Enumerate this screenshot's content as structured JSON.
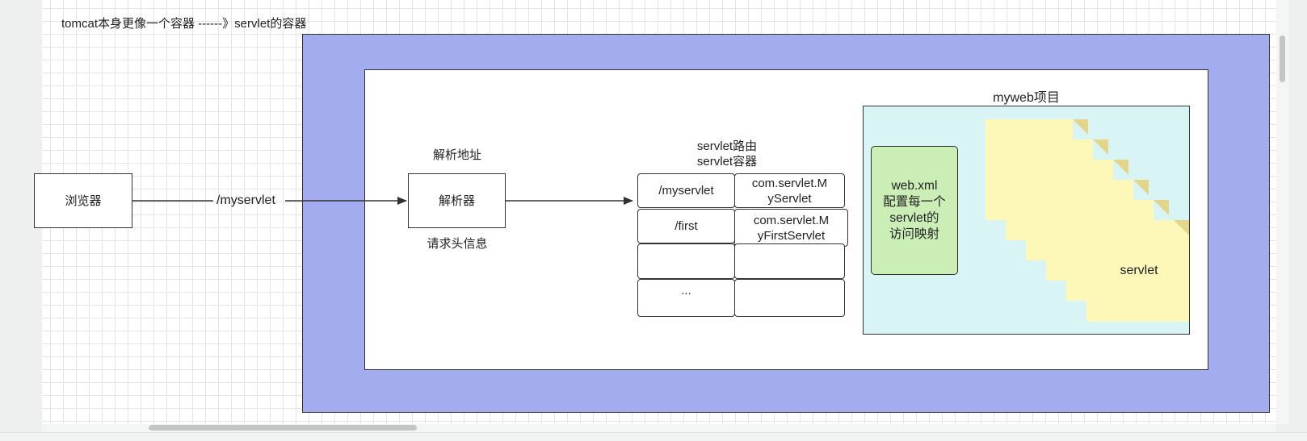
{
  "header_note": "tomcat本身更像一个容器 ------》servlet的容器",
  "browser": {
    "label": "浏览器"
  },
  "request_edge_label": "/myservlet",
  "parser": {
    "title": "解析地址",
    "label": "解析器",
    "caption": "请求头信息"
  },
  "routing": {
    "title_line1": "servlet路由",
    "title_line2": "servlet容器",
    "rows": [
      {
        "path": "/myservlet",
        "class_line1": "com.servlet.M",
        "class_line2": "yServlet"
      },
      {
        "path": "/first",
        "class_line1": "com.servlet.M",
        "class_line2": "yFirstServlet"
      },
      {
        "path": "",
        "class_line1": "",
        "class_line2": ""
      },
      {
        "path": "...",
        "class_line1": "",
        "class_line2": ""
      }
    ]
  },
  "project": {
    "title": "myweb项目",
    "webxml_line1": "web.xml",
    "webxml_line2": "配置每一个",
    "webxml_line3": "servlet的",
    "webxml_line4": "访问映射",
    "servlet_label": "servlet"
  },
  "colors": {
    "outer_container": "#a4acf0",
    "project_bg": "#d8f4f4",
    "webxml_bg": "#cbedb6",
    "webxml_border": "#2f2f2f",
    "servlet_note": "#fdf8b8",
    "note_fold": "#e3d58a"
  }
}
